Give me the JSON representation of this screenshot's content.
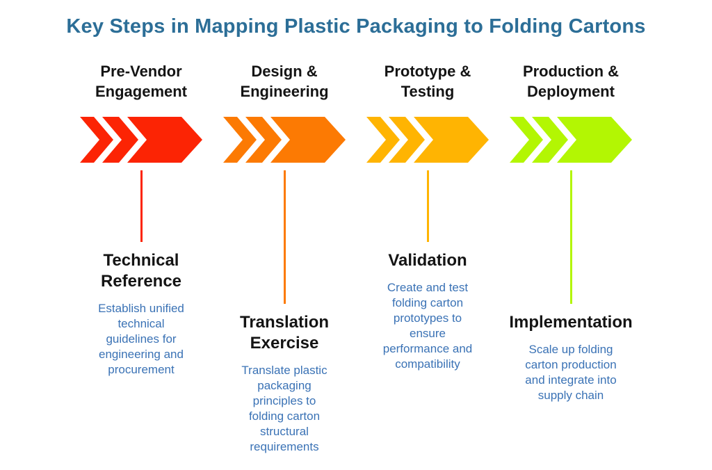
{
  "title": "Key Steps in Mapping Plastic Packaging to Folding Cartons",
  "colors": {
    "background": "#FFFFFF",
    "title_text": "#2C6E97",
    "heading_text": "#141414",
    "description_text": "#3A72B5",
    "step_colors": [
      "#FC2404",
      "#FC7A03",
      "#FFB402",
      "#B3F603"
    ]
  },
  "steps": [
    {
      "header": "Pre-Vendor\nEngagement",
      "arrow_icon": "triple-chevron-right-icon",
      "arrow_color": "#FC2404",
      "subheading": "Technical\nReference",
      "description": "Establish unified\ntechnical\nguidelines for\nengineering and\nprocurement"
    },
    {
      "header": "Design &\nEngineering",
      "arrow_icon": "triple-chevron-right-icon",
      "arrow_color": "#FC7A03",
      "subheading": "Translation\nExercise",
      "description": "Translate plastic\npackaging\nprinciples to\nfolding carton\nstructural\nrequirements"
    },
    {
      "header": "Prototype &\nTesting",
      "arrow_icon": "triple-chevron-right-icon",
      "arrow_color": "#FFB402",
      "subheading": "Validation",
      "description": "Create and test\nfolding carton\nprototypes to\nensure\nperformance and\ncompatibility"
    },
    {
      "header": "Production &\nDeployment",
      "arrow_icon": "triple-chevron-right-icon",
      "arrow_color": "#B3F603",
      "subheading": "Implementation",
      "description": "Scale up folding\ncarton production\nand integrate into\nsupply chain"
    }
  ]
}
